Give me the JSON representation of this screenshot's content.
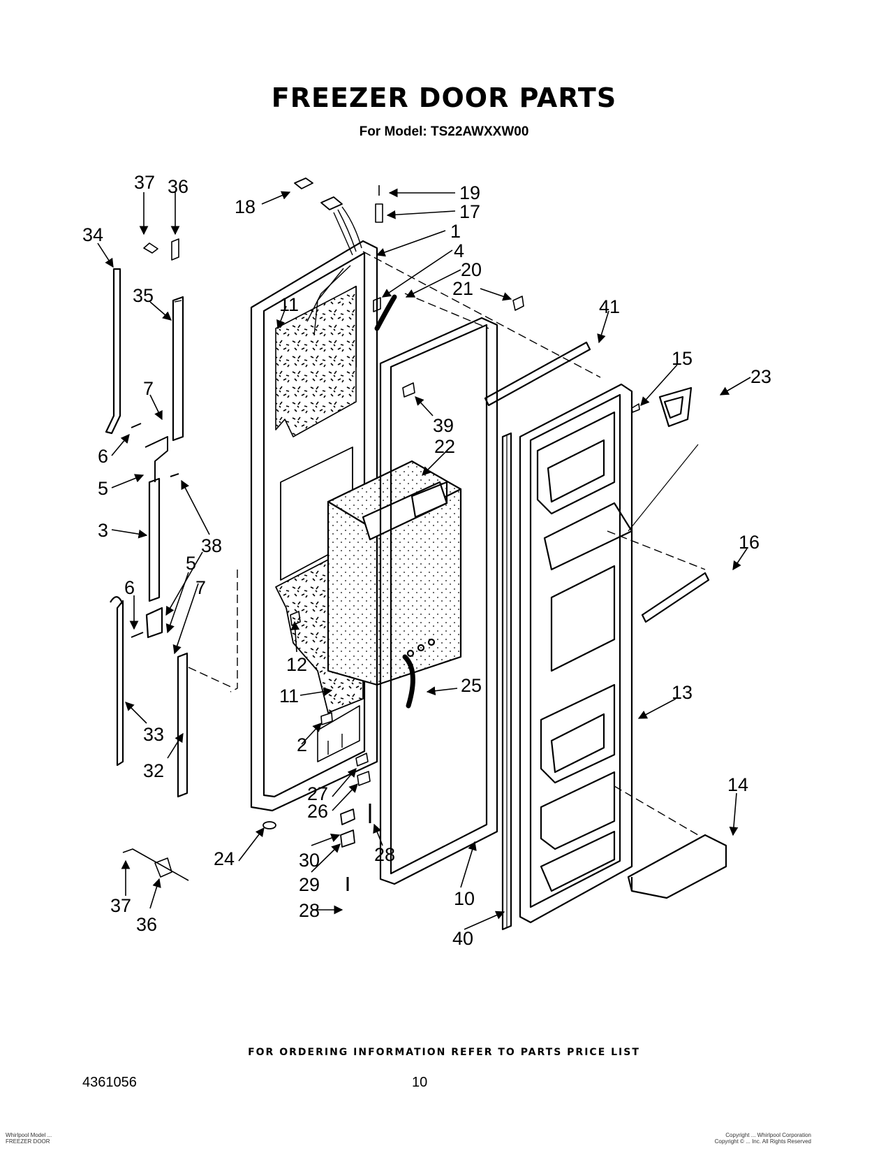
{
  "header": {
    "title": "FREEZER DOOR PARTS",
    "subtitle": "For Model: TS22AWXXW00"
  },
  "callouts": [
    {
      "id": "c37a",
      "label": "37"
    },
    {
      "id": "c36a",
      "label": "36"
    },
    {
      "id": "c34",
      "label": "34"
    },
    {
      "id": "c35",
      "label": "35"
    },
    {
      "id": "c7a",
      "label": "7"
    },
    {
      "id": "c6a",
      "label": "6"
    },
    {
      "id": "c5a",
      "label": "5"
    },
    {
      "id": "c3",
      "label": "3"
    },
    {
      "id": "c38",
      "label": "38"
    },
    {
      "id": "c5b",
      "label": "5"
    },
    {
      "id": "c6b",
      "label": "6"
    },
    {
      "id": "c7b",
      "label": "7"
    },
    {
      "id": "c33",
      "label": "33"
    },
    {
      "id": "c32",
      "label": "32"
    },
    {
      "id": "c37b",
      "label": "37"
    },
    {
      "id": "c36b",
      "label": "36"
    },
    {
      "id": "c18",
      "label": "18"
    },
    {
      "id": "c19",
      "label": "19"
    },
    {
      "id": "c17",
      "label": "17"
    },
    {
      "id": "c1",
      "label": "1"
    },
    {
      "id": "c4",
      "label": "4"
    },
    {
      "id": "c20",
      "label": "20"
    },
    {
      "id": "c21",
      "label": "21"
    },
    {
      "id": "c11a",
      "label": "11"
    },
    {
      "id": "c41",
      "label": "41"
    },
    {
      "id": "c15",
      "label": "15"
    },
    {
      "id": "c23",
      "label": "23"
    },
    {
      "id": "c39",
      "label": "39"
    },
    {
      "id": "c22",
      "label": "22"
    },
    {
      "id": "c16",
      "label": "16"
    },
    {
      "id": "c12",
      "label": "12"
    },
    {
      "id": "c11b",
      "label": "11"
    },
    {
      "id": "c25",
      "label": "25"
    },
    {
      "id": "c13",
      "label": "13"
    },
    {
      "id": "c2",
      "label": "2"
    },
    {
      "id": "c27",
      "label": "27"
    },
    {
      "id": "c26",
      "label": "26"
    },
    {
      "id": "c24",
      "label": "24"
    },
    {
      "id": "c30",
      "label": "30"
    },
    {
      "id": "c28a",
      "label": "28"
    },
    {
      "id": "c29",
      "label": "29"
    },
    {
      "id": "c28b",
      "label": "28"
    },
    {
      "id": "c10",
      "label": "10"
    },
    {
      "id": "c14",
      "label": "14"
    },
    {
      "id": "c40",
      "label": "40"
    }
  ],
  "footer": {
    "ordering_note": "FOR ORDERING INFORMATION REFER TO PARTS PRICE LIST",
    "doc_number": "4361056",
    "page_number": "10",
    "left_small_1": "Whirlpool Model ...",
    "left_small_2": "FREEZER DOOR",
    "right_small_1": "Copyright ... Whirlpool Corporation",
    "right_small_2": "Copyright © ... Inc. All Rights Reserved"
  }
}
